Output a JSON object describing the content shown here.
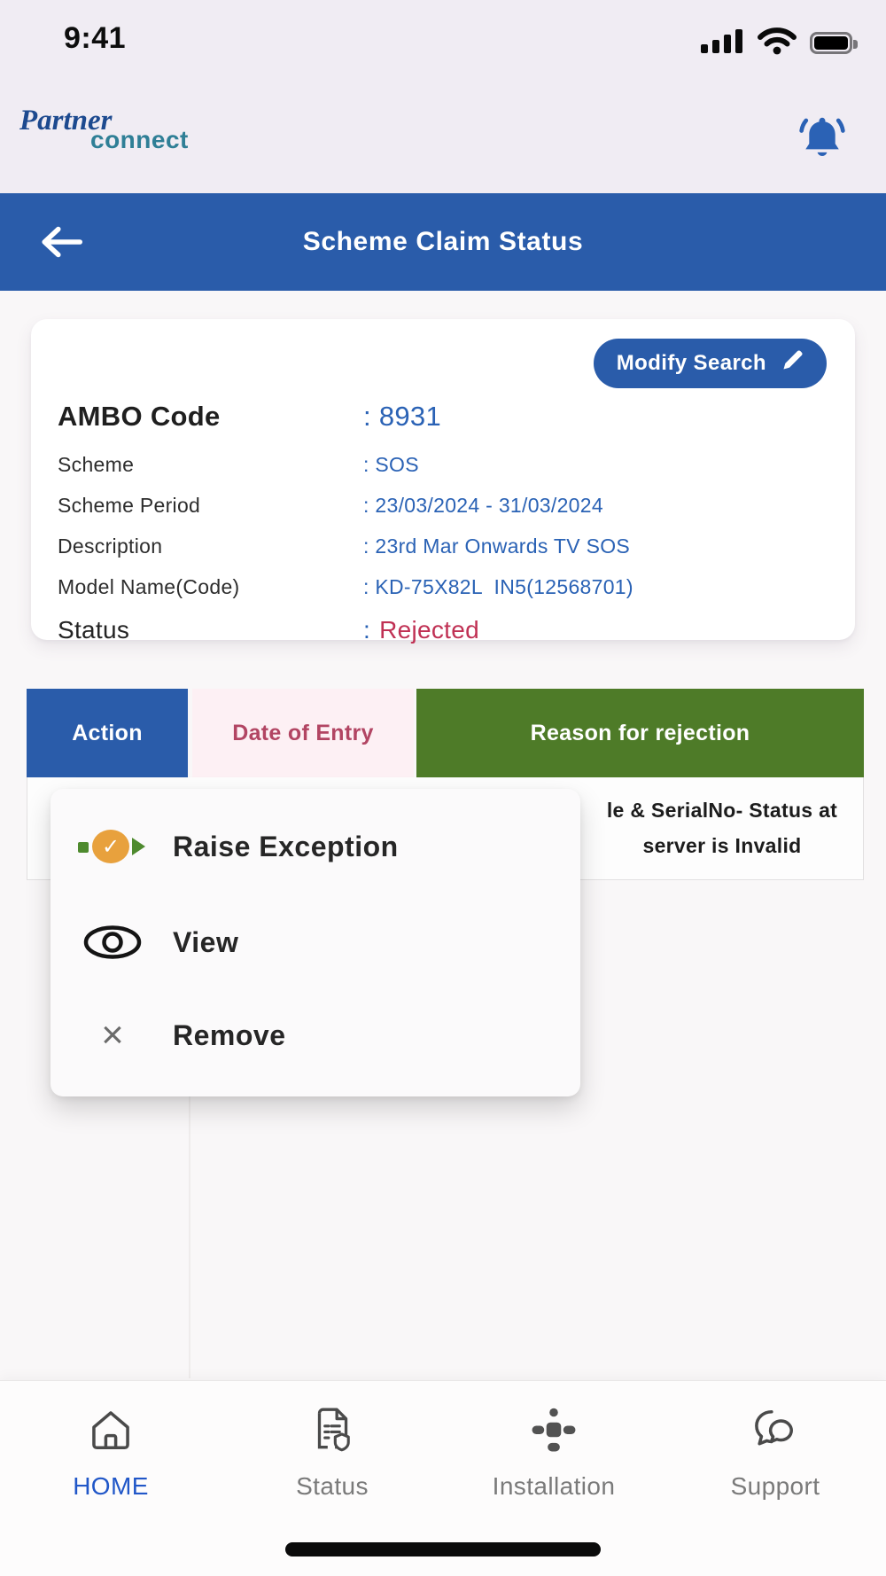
{
  "status_bar": {
    "time": "9:41"
  },
  "app_header": {
    "logo_top": "Partner",
    "logo_bottom": "connect"
  },
  "title_bar": {
    "title": "Scheme Claim Status"
  },
  "claim_card": {
    "modify_search_label": "Modify Search",
    "fields": [
      {
        "label": "AMBO Code",
        "value": ": 8931"
      },
      {
        "label": "Scheme",
        "value": ": SOS"
      },
      {
        "label": "Scheme Period",
        "value": ": 23/03/2024 - 31/03/2024"
      },
      {
        "label": "Description",
        "value": ": 23rd Mar Onwards TV SOS"
      },
      {
        "label": "Model Name(Code)",
        "value": ": KD-75X82L  IN5(12568701)"
      },
      {
        "label": "Status",
        "colon": ":",
        "value": "Rejected"
      }
    ]
  },
  "results_table": {
    "headers": [
      {
        "label": "Action"
      },
      {
        "label": "Date of Entry"
      },
      {
        "label": "Reason for rejection"
      }
    ],
    "row": {
      "reason_line1": "le & SerialNo- Status at",
      "reason_line2": "server is Invalid"
    }
  },
  "action_menu": {
    "items": [
      {
        "label": "Raise Exception",
        "icon": "raise-exception-icon",
        "glyph": "✓"
      },
      {
        "label": "View",
        "icon": "eye-icon"
      },
      {
        "label": "Remove",
        "icon": "close-icon",
        "glyph": "×"
      }
    ]
  },
  "bottom_nav": {
    "items": [
      {
        "label": "HOME",
        "icon": "home-icon",
        "active": true
      },
      {
        "label": "Status",
        "icon": "claim-status-icon",
        "active": false
      },
      {
        "label": "Installation",
        "icon": "installation-icon",
        "active": false
      },
      {
        "label": "Support",
        "icon": "support-icon",
        "active": false
      }
    ]
  },
  "colors": {
    "primary_blue": "#2a5caa",
    "value_blue": "#2a62b5",
    "rejected_red": "#c03154",
    "date_header_bg": "#fdf0f4",
    "date_header_text": "#b24563",
    "reason_header_green": "#4e7b28",
    "active_nav_blue": "#2157c8",
    "logo_navy": "#1d4a8f",
    "logo_teal": "#2f7f96",
    "raise_icon_orange": "#e8a13d",
    "raise_icon_green": "#4e8a2e"
  }
}
